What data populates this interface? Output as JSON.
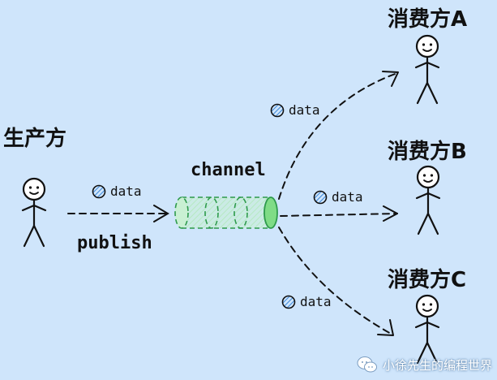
{
  "producer": {
    "label": "生产方"
  },
  "consumers": [
    {
      "label": "消费方A"
    },
    {
      "label": "消费方B"
    },
    {
      "label": "消费方C"
    }
  ],
  "channel": {
    "label": "channel"
  },
  "publish": {
    "label": "publish"
  },
  "data_tags": [
    {
      "label": "data"
    },
    {
      "label": "data"
    },
    {
      "label": "data"
    },
    {
      "label": "data"
    }
  ],
  "watermark": {
    "text": "小徐先生的编程世界"
  },
  "colors": {
    "background": "#cfe5fb",
    "channel_fill": "#c9f0d3",
    "channel_end": "#7fdc86",
    "channel_stroke": "#2e9a4c",
    "data_ball": "#3a86d8"
  }
}
